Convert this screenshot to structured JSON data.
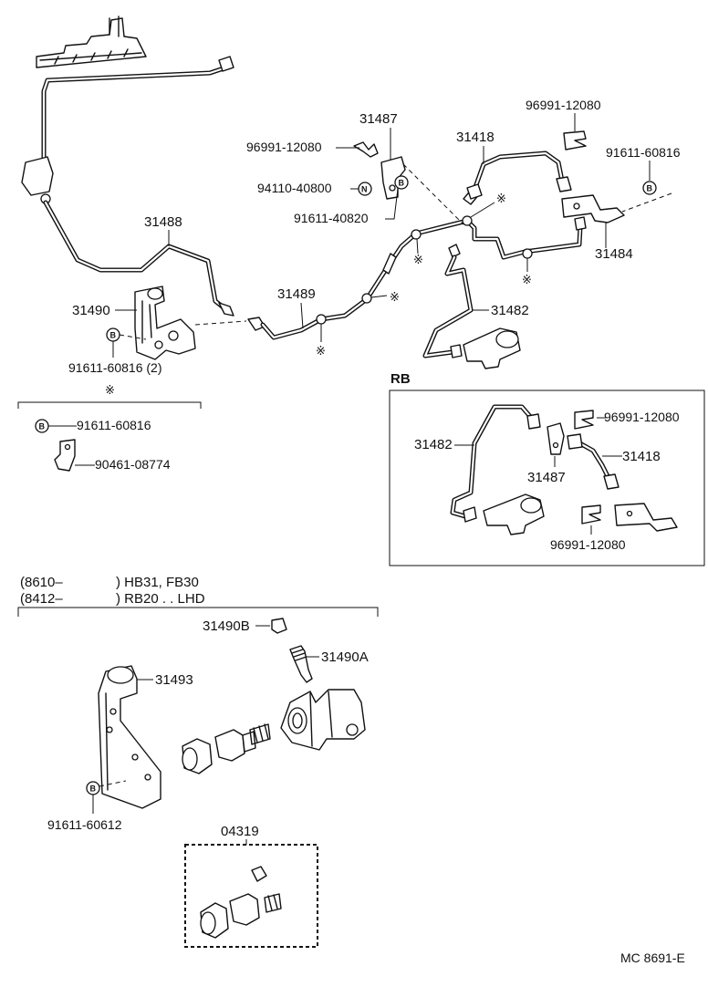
{
  "parts": {
    "p31487": "31487",
    "p31418": "31418",
    "p96991_top": "96991-12080",
    "p96991_left": "96991-12080",
    "p91611_60816_right": "91611-60816",
    "p94110": "94110-40800",
    "p91611_40820": "91611-40820",
    "p31488": "31488",
    "p31484": "31484",
    "p31490": "31490",
    "p31489": "31489",
    "p31482": "31482",
    "p91611_60816_2": "91611-60816 (2)"
  },
  "asterisk_box": {
    "symbol": "※",
    "bolt": "91611-60816",
    "clamp": "90461-08774"
  },
  "rb_box": {
    "title": "RB",
    "p31482": "31482",
    "p96991_a": "96991-12080",
    "p31418": "31418",
    "p31487": "31487",
    "p96991_b": "96991-12080"
  },
  "variant": {
    "line1_code": "(8610–",
    "line1_models": ") HB31, FB30",
    "line2_code": "(8412–",
    "line2_models": ") RB20 . . LHD",
    "p31490B": "31490B",
    "p31490A": "31490A",
    "p31493": "31493",
    "p91611_60612": "91611-60612",
    "kit": "04319"
  },
  "badges": {
    "bolt": "B",
    "nut": "N"
  },
  "footer": {
    "code": "MC 8691-E"
  }
}
